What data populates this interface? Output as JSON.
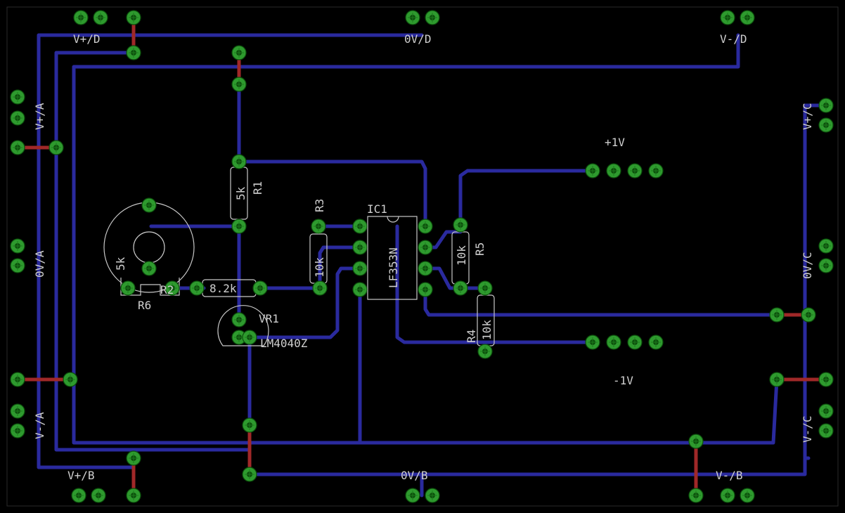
{
  "colors": {
    "background": "#000000",
    "bottom_trace": "#2a2a9e",
    "top_trace": "#a02828",
    "pad": "#2e9a2e",
    "silkscreen": "#cfcfcf"
  },
  "labels": {
    "v_plus_d": "V+/D",
    "zero_v_d": "0V/D",
    "v_minus_d": "V-/D",
    "v_plus_a": "V+/A",
    "zero_v_a": "0V/A",
    "v_minus_a": "V-/A",
    "v_plus_b": "V+/B",
    "zero_v_b": "0V/B",
    "v_minus_b": "V-/B",
    "v_plus_c": "V+/C",
    "zero_v_c": "0V/C",
    "v_minus_c": "V-/C",
    "plus_1v": "+1V",
    "minus_1v": "-1V",
    "r1_name": "R1",
    "r1_value": "5k",
    "r3_name": "R3",
    "r3_value": "10k",
    "r4_name": "R4",
    "r4_value": "10k",
    "r5_name": "R5",
    "r5_value": "10k",
    "r6_name": "R6",
    "r6_value": "5k",
    "r2_value": "8.2k",
    "r2_name": "R2",
    "ic1_name": "IC1",
    "ic1_value": "LF353N",
    "vr1_name": "VR1",
    "vr1_value": "LM4040Z"
  }
}
